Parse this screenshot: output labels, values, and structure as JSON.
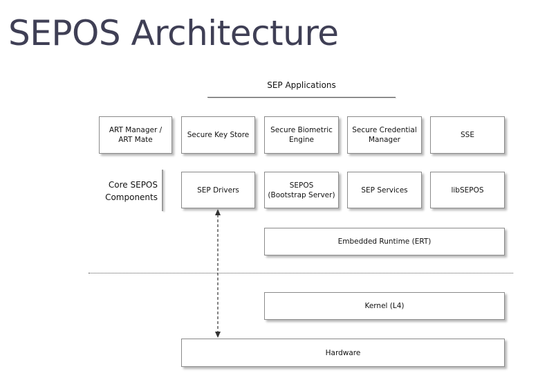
{
  "title": "SEPOS Architecture",
  "sep_applications": {
    "heading": "SEP Applications",
    "items": [
      {
        "label": "ART Manager /\nART Mate"
      },
      {
        "label": "Secure Key Store"
      },
      {
        "label": "Secure Biometric\nEngine"
      },
      {
        "label": "Secure Credential\nManager"
      },
      {
        "label": "SSE"
      }
    ]
  },
  "core_sepos": {
    "label": "Core SEPOS\nComponents",
    "items": [
      {
        "label": "SEP Drivers"
      },
      {
        "label": "SEPOS\n(Bootstrap Server)"
      },
      {
        "label": "SEP Services"
      },
      {
        "label": "libSEPOS"
      }
    ]
  },
  "runtime": {
    "label": "Embedded Runtime (ERT)"
  },
  "kernel": {
    "label": "Kernel (L4)"
  },
  "hardware": {
    "label": "Hardware"
  }
}
